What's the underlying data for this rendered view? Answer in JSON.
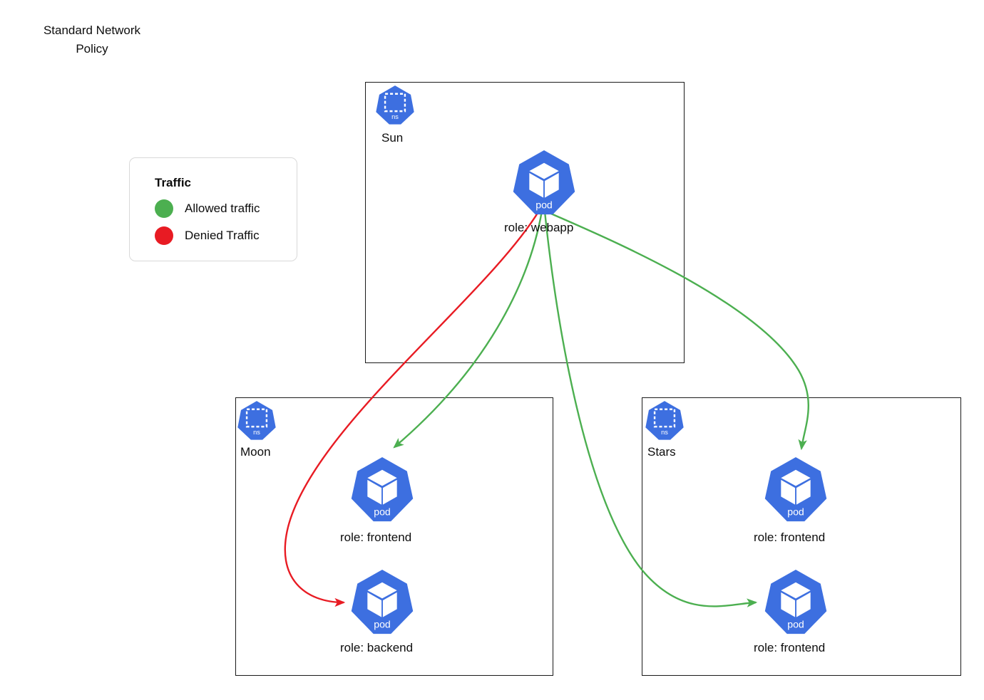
{
  "title": "Standard Network\nPolicy",
  "colors": {
    "pod_blue": "#3d6fe0",
    "allowed_green": "#4caf50",
    "denied_red": "#e81b23",
    "box_border": "#1a1a1a",
    "legend_border": "#d9d9d9",
    "text": "#0d0d0d"
  },
  "legend": {
    "heading": "Traffic",
    "items": [
      {
        "label": "Allowed traffic",
        "color": "#4caf50",
        "kind": "allowed"
      },
      {
        "label": "Denied Traffic",
        "color": "#e81b23",
        "kind": "denied"
      }
    ]
  },
  "namespaces": [
    {
      "id": "sun",
      "name": "Sun",
      "icon": "namespace-icon",
      "icon_label": "ns"
    },
    {
      "id": "moon",
      "name": "Moon",
      "icon": "namespace-icon",
      "icon_label": "ns"
    },
    {
      "id": "stars",
      "name": "Stars",
      "icon": "namespace-icon",
      "icon_label": "ns"
    }
  ],
  "pods": [
    {
      "id": "webapp",
      "namespace": "Sun",
      "icon_label": "pod",
      "label": "role: webapp"
    },
    {
      "id": "moon-front",
      "namespace": "Moon",
      "icon_label": "pod",
      "label": "role: frontend"
    },
    {
      "id": "moon-back",
      "namespace": "Moon",
      "icon_label": "pod",
      "label": "role: backend"
    },
    {
      "id": "stars-front",
      "namespace": "Stars",
      "icon_label": "pod",
      "label": "role: frontend"
    },
    {
      "id": "stars-back",
      "namespace": "Stars",
      "icon_label": "pod",
      "label": "role: frontend"
    }
  ],
  "edges": [
    {
      "id": "webapp-to-moon-frontend",
      "from": "webapp",
      "to": "moon-front",
      "traffic": "allowed",
      "color": "#4caf50"
    },
    {
      "id": "webapp-to-moon-backend",
      "from": "webapp",
      "to": "moon-back",
      "traffic": "denied",
      "color": "#e81b23"
    },
    {
      "id": "webapp-to-stars-frontend",
      "from": "webapp",
      "to": "stars-front",
      "traffic": "allowed",
      "color": "#4caf50"
    },
    {
      "id": "webapp-to-stars-backend",
      "from": "webapp",
      "to": "stars-back",
      "traffic": "allowed",
      "color": "#4caf50"
    }
  ]
}
